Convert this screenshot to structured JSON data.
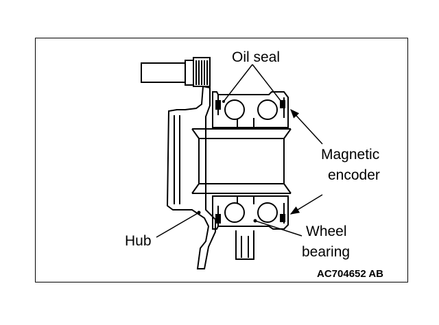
{
  "labels": {
    "oil_seal": "Oil seal",
    "magnetic_line1": "Magnetic",
    "magnetic_line2": "encoder",
    "wheel_line1": "Wheel",
    "wheel_line2": "bearing",
    "hub": "Hub"
  },
  "figure_code": "AC704652 AB"
}
